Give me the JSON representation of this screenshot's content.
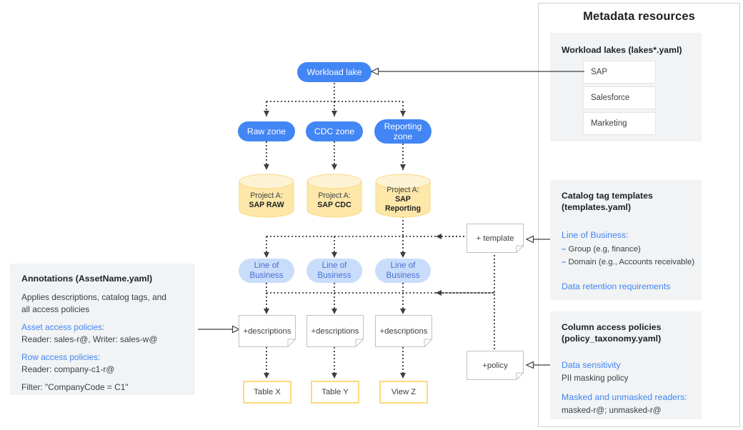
{
  "metadata_panel": {
    "title": "Metadata resources",
    "workload_lakes": {
      "title": "Workload lakes (lakes*.yaml)",
      "items": [
        {
          "label": "SAP"
        },
        {
          "label": "Salesforce"
        },
        {
          "label": "Marketing"
        }
      ]
    },
    "catalog_tag_templates": {
      "title_line1": "Catalog tag templates",
      "title_line2": "(templates.yaml)",
      "section_label": "Line of Business:",
      "bullets": [
        "Group (e.g, finance)",
        "Domain (e.g., Accounts receivable)"
      ],
      "footer_label": "Data retention requirements"
    },
    "column_access_policies": {
      "title_line1": "Column access policies",
      "title_line2": "(policy_taxonomy.yaml)",
      "sensitivity_label": "Data sensitivity",
      "sensitivity_value": "PII masking policy",
      "readers_label": "Masked and unmasked readers:",
      "readers_value": "masked-r@; unmasked-r@"
    }
  },
  "annotations_panel": {
    "title": "Annotations (AssetName.yaml)",
    "description_line1": "Applies descriptions, catalog tags, and",
    "description_line2": "all access policies",
    "asset_label": "Asset access policies:",
    "asset_value": "Reader: sales-r@, Writer: sales-w@",
    "row_label": "Row access policies:",
    "row_value": "Reader: company-c1-r@",
    "filter_value": "Filter: \"CompanyCode = C1\""
  },
  "flow": {
    "root": {
      "label": "Workload lake"
    },
    "zones": [
      {
        "label": "Raw zone"
      },
      {
        "label": "CDC zone"
      },
      {
        "label": "Reporting zone"
      }
    ],
    "projects": [
      {
        "prefix": "Project A:",
        "name": "SAP RAW",
        "name2": ""
      },
      {
        "prefix": "Project A:",
        "name": "SAP CDC",
        "name2": ""
      },
      {
        "prefix": "Project A:",
        "name": "SAP",
        "name2": "Reporting"
      }
    ],
    "lob": [
      {
        "line1": "Line of",
        "line2": "Business"
      },
      {
        "line1": "Line of",
        "line2": "Business"
      },
      {
        "line1": "Line of",
        "line2": "Business"
      }
    ],
    "descriptions": [
      {
        "label": "+descriptions"
      },
      {
        "label": "+descriptions"
      },
      {
        "label": "+descriptions"
      }
    ],
    "assets": [
      {
        "label": "Table X"
      },
      {
        "label": "Table Y"
      },
      {
        "label": "View Z"
      }
    ],
    "template_note": {
      "label": "+ template"
    },
    "policy_note": {
      "label": "+policy"
    }
  },
  "colors": {
    "primary_blue": "#4285f4",
    "light_blue": "#c9ddfb",
    "cylinder_fill": "#fde7a9",
    "cylinder_top": "#fdf3d4",
    "asset_border": "#fcd97c",
    "panel_gray": "#f1f3f4",
    "note_border": "#bdc1c6"
  }
}
